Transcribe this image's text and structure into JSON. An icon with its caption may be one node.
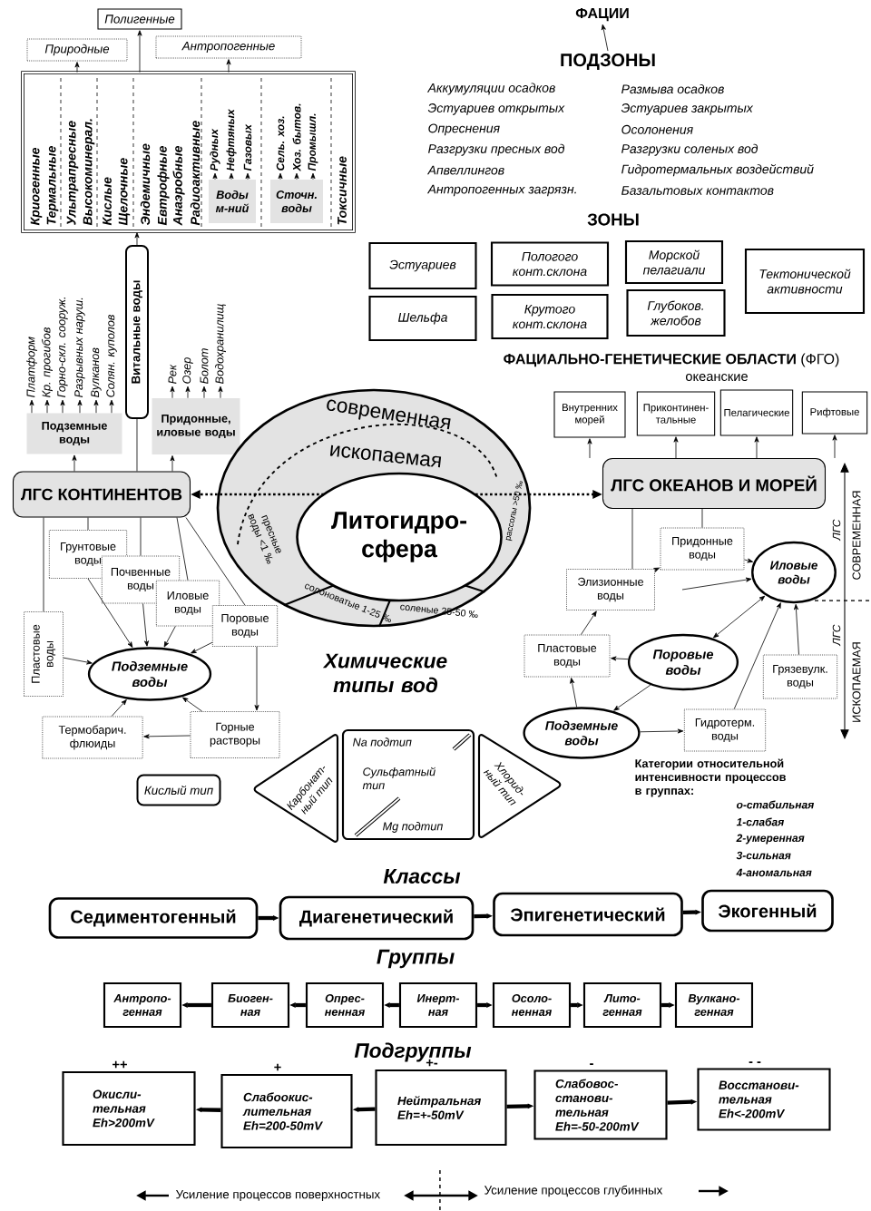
{
  "diagram": {
    "nodes": [
      {
        "text": [
          "Полигенные"
        ]
      },
      {
        "text": [
          "Природные"
        ]
      },
      {
        "text": [
          "Антропогенные"
        ]
      },
      {
        "text": [
          "Криогенные",
          "Термальные",
          "Ультрапресные",
          "Высокоминерал.",
          "Кислые",
          "Щелочные",
          "Эндемичные",
          "Евтрофные",
          "Анаэробные",
          "Радиоактивные",
          "Токсичные"
        ]
      },
      {
        "text": [
          "Воды м-ний"
        ],
        "in": 3
      },
      {
        "text": [
          "Рудных"
        ],
        "in": 3
      },
      {
        "text": [
          "Нефтяных"
        ],
        "in": 3
      },
      {
        "text": [
          "Газовых"
        ],
        "in": 3
      },
      {
        "text": [
          "Сточн. воды"
        ],
        "in": 3
      },
      {
        "text": [
          "Сель. хоз."
        ],
        "in": 3
      },
      {
        "text": [
          "Хоз. бытов."
        ],
        "in": 3
      },
      {
        "text": [
          "Промышл."
        ],
        "in": 3
      },
      {
        "text": [
          "Витальные воды"
        ]
      },
      {
        "text": [
          "Подземные воды"
        ]
      },
      {
        "text": [
          "Платформ"
        ]
      },
      {
        "text": [
          "Кр. прогибов"
        ]
      },
      {
        "text": [
          "Горно-скл. сооруж."
        ]
      },
      {
        "text": [
          "Разрывных наруш."
        ]
      },
      {
        "text": [
          "Вулканов"
        ]
      },
      {
        "text": [
          "Солян. куполов"
        ]
      },
      {
        "text": [
          "Придонные, иловые воды"
        ]
      },
      {
        "text": [
          "Рек"
        ]
      },
      {
        "text": [
          "Озер"
        ]
      },
      {
        "text": [
          "Болот"
        ]
      },
      {
        "text": [
          "Водохранилищ"
        ]
      },
      {
        "text": [
          "ЛГС КОНТИНЕНТОВ"
        ]
      },
      {
        "text": [
          "современная",
          "ископаемая",
          "пресные воды <1 ‰",
          "солоноватые 1-25 ‰",
          "соленые 25-50 ‰",
          "рассолы >50 ‰"
        ]
      },
      {
        "text": [
          "Литогидро- сфера"
        ],
        "in": 26
      },
      {
        "text": [
          "Внутренних морей"
        ]
      },
      {
        "text": [
          "Приконтинен- тальные"
        ]
      },
      {
        "text": [
          "Пелагические"
        ]
      },
      {
        "text": [
          "Рифтовые"
        ]
      },
      {
        "text": [
          "ЛГС ОКЕАНОВ И МОРЕЙ"
        ]
      },
      {
        "text": [
          "Придонные воды"
        ]
      },
      {
        "text": [
          "Иловые воды"
        ]
      },
      {
        "text": [
          "Элизионные воды"
        ]
      },
      {
        "text": [
          "Пластовые воды"
        ]
      },
      {
        "text": [
          "Поровые воды"
        ]
      },
      {
        "text": [
          "Грязевулк. воды"
        ]
      },
      {
        "text": [
          "Подземные воды"
        ]
      },
      {
        "text": [
          "Гидротерм. воды"
        ]
      },
      {
        "text": [
          "Грунтовые воды"
        ]
      },
      {
        "text": [
          "Почвенные воды"
        ]
      },
      {
        "text": [
          "Иловые воды"
        ]
      },
      {
        "text": [
          "Поровые воды"
        ]
      },
      {
        "text": [
          "Пластовые воды"
        ]
      },
      {
        "text": [
          "Подземные воды"
        ]
      },
      {
        "text": [
          "Термобарич. флюиды"
        ]
      },
      {
        "text": [
          "Горные растворы"
        ]
      },
      {
        "text": [
          "Кислый тип"
        ]
      },
      {
        "text": [
          "Карбонат- ный тип"
        ]
      },
      {
        "text": [
          "Na подтип",
          "Сульфатный тип",
          "Mg подтип"
        ]
      },
      {
        "text": [
          "Хлорид- ный тип"
        ]
      },
      {
        "text": [
          "Седиментогенный"
        ]
      },
      {
        "text": [
          "Диагенетический"
        ]
      },
      {
        "text": [
          "Эпигенетический"
        ]
      },
      {
        "text": [
          "Экогенный"
        ]
      },
      {
        "text": [
          "Антропо- генная"
        ]
      },
      {
        "text": [
          "Биоген- ная"
        ]
      },
      {
        "text": [
          "Опрес- ненная"
        ]
      },
      {
        "text": [
          "Инерт- ная"
        ]
      },
      {
        "text": [
          "Осоло- ненная"
        ]
      },
      {
        "text": [
          "Лито- генная"
        ]
      },
      {
        "text": [
          "Вулкано- генная"
        ]
      },
      {
        "text": [
          "Окисли- тельная",
          "Eh>200mV"
        ],
        "beside": [
          "++"
        ]
      },
      {
        "text": [
          "Слабоокис- лительная",
          "Eh=200-50mV"
        ],
        "beside": [
          "+"
        ]
      },
      {
        "text": [
          "Нейтральная",
          "Eh=+-50mV"
        ],
        "beside": [
          "+-"
        ]
      },
      {
        "text": [
          "Слабовос- станови- тельная",
          "Eh=-50-200mV"
        ],
        "beside": [
          "-"
        ]
      },
      {
        "text": [
          "Восстанови- тельная",
          "Eh<-200mV"
        ],
        "beside": [
          "- -"
        ]
      },
      {
        "text": [
          "ФАЦИИ"
        ]
      },
      {
        "text": [
          "ПОДЗОНЫ"
        ]
      },
      {
        "text": [
          "Эстуариев"
        ]
      },
      {
        "text": [
          "Пологого конт.склона"
        ]
      },
      {
        "text": [
          "Морской пелагиали"
        ]
      },
      {
        "text": [
          "Тектонической активности"
        ]
      },
      {
        "text": [
          "Шельфа"
        ]
      },
      {
        "text": [
          "Крутого конт.склона"
        ]
      },
      {
        "text": [
          "Глубоков. желобов"
        ]
      }
    ],
    "edges": [
      {
        "from": 3,
        "to": 0,
        "arrow": "to"
      },
      {
        "from": 3,
        "to": 1,
        "arrow": "to"
      },
      {
        "from": 3,
        "to": 2,
        "arrow": "to"
      },
      {
        "from": 4,
        "to": 5,
        "arrow": "to"
      },
      {
        "from": 4,
        "to": 6,
        "arrow": "to"
      },
      {
        "from": 4,
        "to": 7,
        "arrow": "to"
      },
      {
        "from": 8,
        "to": 9,
        "arrow": "to"
      },
      {
        "from": 8,
        "to": 10,
        "arrow": "to"
      },
      {
        "from": 8,
        "to": 11,
        "arrow": "to"
      },
      {
        "from": 12,
        "to": 3,
        "arrow": "to"
      },
      {
        "from": 13,
        "to": 14,
        "arrow": "to"
      },
      {
        "from": 13,
        "to": 15,
        "arrow": "to"
      },
      {
        "from": 13,
        "to": 16,
        "arrow": "to"
      },
      {
        "from": 13,
        "to": 17,
        "arrow": "to"
      },
      {
        "from": 13,
        "to": 18,
        "arrow": "to"
      },
      {
        "from": 13,
        "to": 19,
        "arrow": "to"
      },
      {
        "from": 20,
        "to": 21,
        "arrow": "to"
      },
      {
        "from": 20,
        "to": 22,
        "arrow": "to"
      },
      {
        "from": 20,
        "to": 23,
        "arrow": "to"
      },
      {
        "from": 20,
        "to": 24,
        "arrow": "to"
      },
      {
        "from": 25,
        "to": 13,
        "arrow": "to"
      },
      {
        "from": 25,
        "to": 20,
        "arrow": "to"
      },
      {
        "from": 25,
        "to": 12,
        "arrow": "none"
      },
      {
        "from": 27,
        "to": 25,
        "arrow": "to",
        "style": "dashed"
      },
      {
        "from": 27,
        "to": 32,
        "arrow": "to",
        "style": "dashed"
      },
      {
        "from": 32,
        "to": 28,
        "arrow": "to"
      },
      {
        "from": 32,
        "to": 29,
        "arrow": "to"
      },
      {
        "from": 32,
        "to": 30,
        "arrow": "to"
      },
      {
        "from": 32,
        "to": 31,
        "arrow": "to"
      },
      {
        "from": 32,
        "to": 35,
        "arrow": "none"
      },
      {
        "from": 32,
        "to": 33,
        "arrow": "none"
      },
      {
        "from": 35,
        "to": 33,
        "arrow": "to"
      },
      {
        "from": 33,
        "to": 34,
        "arrow": "to"
      },
      {
        "from": null,
        "to": 34,
        "arrow": "to"
      },
      {
        "from": 34,
        "to": 37,
        "arrow": "both"
      },
      {
        "from": 37,
        "to": 36,
        "arrow": "to"
      },
      {
        "from": 36,
        "to": 35,
        "arrow": "to"
      },
      {
        "from": 39,
        "to": 36,
        "arrow": "to"
      },
      {
        "from": 37,
        "to": 39,
        "arrow": "to"
      },
      {
        "from": 39,
        "to": 40,
        "arrow": "to"
      },
      {
        "from": 40,
        "to": 34,
        "arrow": "to"
      },
      {
        "from": 38,
        "to": 34,
        "arrow": "to"
      },
      {
        "from": 25,
        "to": 41,
        "arrow": "none"
      },
      {
        "from": 25,
        "to": 42,
        "arrow": "none"
      },
      {
        "from": 25,
        "to": 43,
        "arrow": "none"
      },
      {
        "from": 25,
        "to": 44,
        "arrow": "none"
      },
      {
        "from": 25,
        "to": 45,
        "arrow": "none"
      },
      {
        "from": 41,
        "to": 46,
        "arrow": "to"
      },
      {
        "from": 42,
        "to": 46,
        "arrow": "to"
      },
      {
        "from": 43,
        "to": 46,
        "arrow": "to"
      },
      {
        "from": 44,
        "to": 46,
        "arrow": "to"
      },
      {
        "from": 45,
        "to": 46,
        "arrow": "to"
      },
      {
        "from": 47,
        "to": 46,
        "arrow": "to"
      },
      {
        "from": 48,
        "to": 46,
        "arrow": "to"
      },
      {
        "from": 48,
        "to": 47,
        "arrow": "to"
      },
      {
        "from": 44,
        "to": 48,
        "arrow": "to"
      },
      {
        "from": 53,
        "to": 54,
        "arrow": "to",
        "style": "thick"
      },
      {
        "from": 54,
        "to": 55,
        "arrow": "to",
        "style": "thick"
      },
      {
        "from": 55,
        "to": 56,
        "arrow": "to",
        "style": "thick"
      },
      {
        "from": 60,
        "to": 59,
        "arrow": "to",
        "style": "thick"
      },
      {
        "from": 59,
        "to": 58,
        "arrow": "to",
        "style": "thick"
      },
      {
        "from": 58,
        "to": 57,
        "arrow": "to",
        "style": "thick"
      },
      {
        "from": 60,
        "to": 61,
        "arrow": "to",
        "style": "thick"
      },
      {
        "from": 61,
        "to": 62,
        "arrow": "to",
        "style": "thick"
      },
      {
        "from": 62,
        "to": 63,
        "arrow": "to",
        "style": "thick"
      },
      {
        "from": 66,
        "to": 65,
        "arrow": "to",
        "style": "thick"
      },
      {
        "from": 65,
        "to": 64,
        "arrow": "to",
        "style": "thick"
      },
      {
        "from": 66,
        "to": 67,
        "arrow": "to",
        "style": "thick"
      },
      {
        "from": 67,
        "to": 68,
        "arrow": "to",
        "style": "thick"
      },
      {
        "from": 70,
        "to": 69,
        "arrow": "to"
      }
    ],
    "labels": [
      "Аккумуляции осадков",
      "Размыва осадков",
      "Эстуариев открытых",
      "Эстуариев закрытых",
      "Опреснения",
      "Осолонения",
      "Разгрузки пресных вод",
      "Разгрузки соленых вод",
      "Апвеллингов",
      "Гидротермальных воздействий",
      "Антропогенных загрязн.",
      "Базальтовых контактов",
      "ЗОНЫ",
      "**ФАЦИАЛЬНО-ГЕНЕТИЧЕСКИЕ ОБЛАСТИ** (ФГО)",
      "океанские",
      "ЛГС",
      "СОВРЕМЕННАЯ",
      "ЛГС",
      "ИСКОПАЕМАЯ",
      "Химические типы вод",
      "Категории относительной интенсивности процессов в группах:",
      "о-стабильная",
      "1-слабая",
      "2-умеренная",
      "3-сильная",
      "4-аномальная",
      "Классы",
      "Группы",
      "Подгруппы",
      "Усиление процессов поверхностных",
      "Усиление процессов глубинных"
    ]
  }
}
